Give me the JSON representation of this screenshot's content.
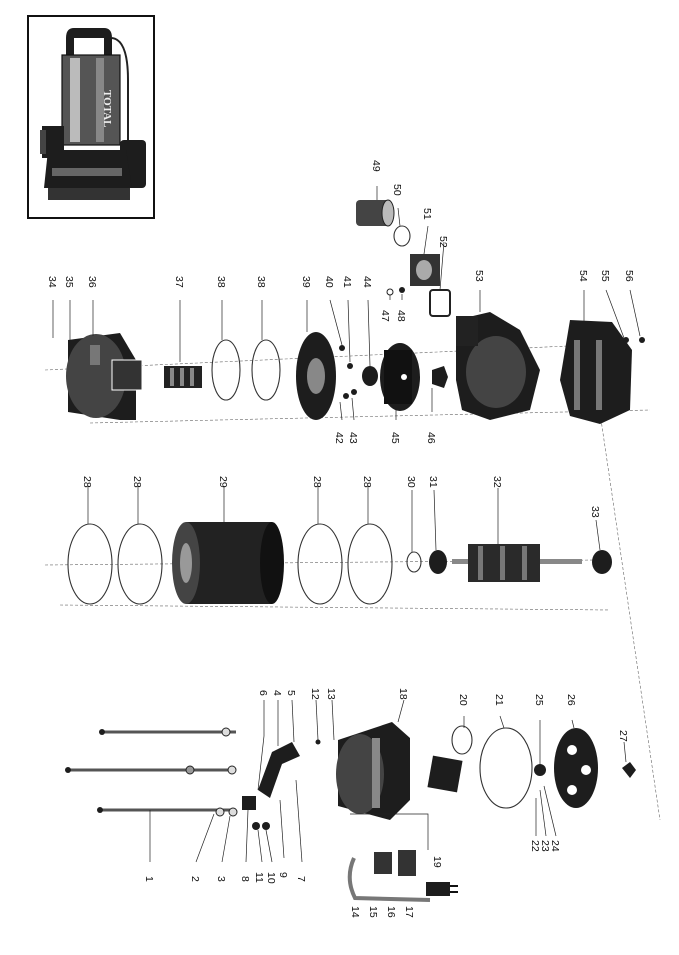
{
  "product_inset": {
    "brand_text": "TOTAL",
    "icon": "submersible-pump-photo"
  },
  "part_numbers": {
    "group_bottom_housing": [
      "1",
      "2",
      "3",
      "4",
      "5",
      "6",
      "7",
      "8",
      "9",
      "10",
      "11",
      "12",
      "13",
      "14",
      "15",
      "16",
      "17",
      "18",
      "19",
      "20",
      "21",
      "22",
      "23",
      "24",
      "25",
      "26",
      "27"
    ],
    "group_stator_rotor": [
      "28",
      "28",
      "29",
      "28",
      "28",
      "30",
      "31",
      "32",
      "33"
    ],
    "group_top_housing": [
      "34",
      "35",
      "36",
      "37",
      "38",
      "38",
      "39",
      "40",
      "41",
      "44",
      "42",
      "43",
      "45",
      "46",
      "47",
      "48",
      "49",
      "50",
      "51",
      "52",
      "53",
      "54",
      "55",
      "56"
    ]
  }
}
